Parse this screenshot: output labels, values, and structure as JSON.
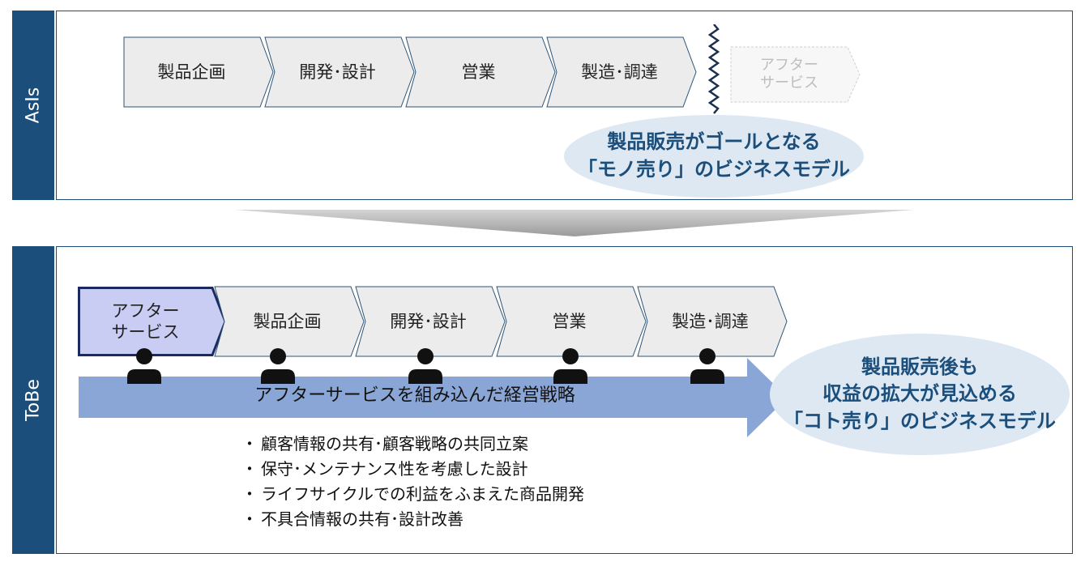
{
  "asis": {
    "tab_label": "AsIs",
    "steps": [
      "製品企画",
      "開発･設計",
      "営業",
      "製造･調達"
    ],
    "faded_step": "アフター\nサービス",
    "callout_line1": "製品販売がゴールとなる",
    "callout_line2": "「モノ売り」のビジネスモデル"
  },
  "tobe": {
    "tab_label": "ToBe",
    "highlight_step": "アフター\nサービス",
    "steps": [
      "製品企画",
      "開発･設計",
      "営業",
      "製造･調達"
    ],
    "arrow_label": "アフターサービスを組み込んだ経営戦略",
    "callout_line1": "製品販売後も",
    "callout_line2": "収益の拡大が見込める",
    "callout_line3": "「コト売り」のビジネスモデル",
    "bullets": [
      "顧客情報の共有･顧客戦略の共同立案",
      "保守･メンテナンス性を考慮した設計",
      "ライフサイクルでの利益をふまえた商品開発",
      "不具合情報の共有･設計改善"
    ]
  },
  "colors": {
    "tab": "#1b4e7a",
    "chevron_fill": "#ececec",
    "chevron_stroke": "#2e5577",
    "highlight_fill": "#c9ccf3",
    "highlight_stroke": "#1a2a5e",
    "arrow_fill": "#8aa6d6",
    "callout_fill": "#dde8f3",
    "callout_text": "#1b4e7a"
  }
}
